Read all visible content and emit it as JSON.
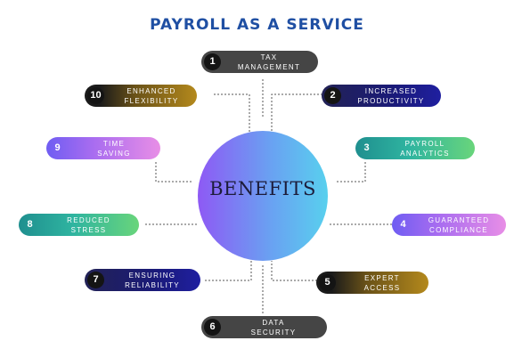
{
  "title": "PAYROLL AS A SERVICE",
  "center": "BENEFITS",
  "benefits": [
    {
      "num": "1",
      "line1": "TAX",
      "line2": "MANAGEMENT"
    },
    {
      "num": "2",
      "line1": "INCREASED",
      "line2": "PRODUCTIVITY"
    },
    {
      "num": "3",
      "line1": "PAYROLL",
      "line2": "ANALYTICS"
    },
    {
      "num": "4",
      "line1": "GUARANTEED",
      "line2": "COMPLIANCE"
    },
    {
      "num": "5",
      "line1": "EXPERT",
      "line2": "ACCESS"
    },
    {
      "num": "6",
      "line1": "DATA",
      "line2": "SECURITY"
    },
    {
      "num": "7",
      "line1": "ENSURING",
      "line2": "RELIABILITY"
    },
    {
      "num": "8",
      "line1": "REDUCED",
      "line2": "STRESS"
    },
    {
      "num": "9",
      "line1": "TIME",
      "line2": "SAVING"
    },
    {
      "num": "10",
      "line1": "ENHANCED",
      "line2": "FLEXIBILITY"
    }
  ],
  "colors": {
    "title": "#1f4fa3",
    "circle_start": "#8e59f4",
    "circle_end": "#58d0ee",
    "number_badge": "#141414"
  }
}
